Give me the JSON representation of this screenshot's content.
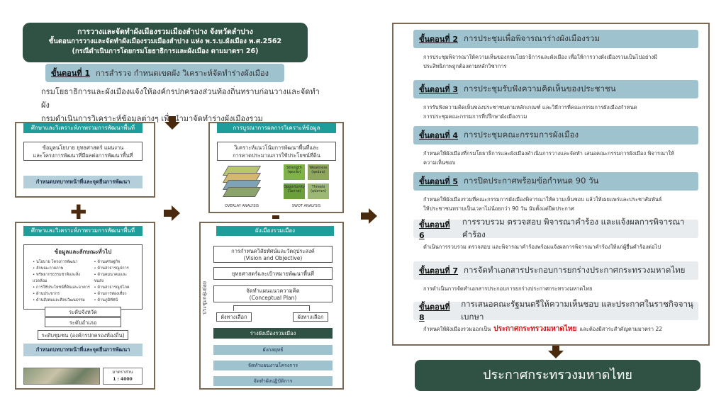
{
  "title": {
    "line1": "การวางและจัดทำผังเมืองรวมเมืองลำปาง จังหวัดลำปาง",
    "line2": "ขั้นตอนการวางและจัดทำผังเมืองรวมเมืองลำปาง แห่ง พ.ร.บ.ผังเมือง พ.ศ.2562",
    "line3": "(กรณีดำเนินการโดยกรมโยธาธิการและผังเมือง ตามมาตรา 26)"
  },
  "step1": {
    "label": "ขั้นตอนที่ 1",
    "text": "การสำรวจ กำหนดเขตผัง วิเคราะห์จัดทำร่างผังเมือง",
    "intro_line1": "กรมโยธาธิการและผังเมืองแจ้งให้องค์กรปกครองส่วนท้องถิ่นทราบก่อนวางและจัดทำผัง",
    "intro_line2": "กรมดำเนินการวิเคราะห์ข้อมูลต่างๆ เพื่อนำมาจัดทำร่างผังเมืองรวม"
  },
  "box_a": {
    "header": "ศึกษาและวิเคราะห์ภาพรวมการพัฒนาพื้นที่",
    "text_line1": "ข้อมูลนโยบาย ยุทธศาสตร์ แผนงาน",
    "text_line2": "และโครงการพัฒนาที่มีผลต่อการพัฒนาพื้นที่",
    "footer": "กำหนดบทบาทหน้าที่และจุดยืนการพัฒนา"
  },
  "box_b": {
    "header": "ศึกษาและวิเคราะห์ภาพรวมการพัฒนาพื้นที่",
    "subheader": "ข้อมูลและลักษณะทั่วไป",
    "left_items": [
      "นโยบาย โครงการพัฒนา",
      "ลักษณะกายภาพ",
      "ทรัพยากรธรรมชาติและสิ่งแวดล้อม",
      "การใช้ประโยชน์ที่ดินและอาคาร",
      "ด้านประชากร",
      "ด้านสังคมและศิลปวัฒนธรรม"
    ],
    "right_items": [
      "ด้านเศรษฐกิจ",
      "ด้านสาธารณูปการ",
      "ด้านคมนาคมและขนส่ง",
      "ด้านสาธารณูปโภค",
      "ด้านการท่องเที่ยว",
      "ด้านภูมิทัศน์"
    ],
    "level1": "ระดับจังหวัด",
    "level2": "ระดับอำเภอ",
    "level3": "ระดับชุมชน (องค์กรปกครองท้องถิ่น)",
    "footer": "กำหนดบทบาทหน้าที่และจุดยืนการพัฒนา",
    "scale_label": "มาตราส่วน",
    "scale_value": "1 : 4000"
  },
  "box_c": {
    "header": "การบูรณาการผลการวิเคราะห์ข้อมูล",
    "text_line1": "วิเคราะห์แนวโน้มการพัฒนาพื้นที่และ",
    "text_line2": "การคาดประมาณการใช้ประโยชน์ที่ดิน",
    "overlay_caption": "OVERLAY ANALYSIS",
    "swot_caption": "SWOT ANALYSIS",
    "swot": [
      "Strength (จุดแข็ง)",
      "Weakness (จุดอ่อน)",
      "Opportunity (โอกาส)",
      "Threats (อุปสรรค)"
    ]
  },
  "box_d": {
    "header": "ผังเมืองรวมเมือง",
    "vision_line1": "การกำหนดวิสัยทัศน์และวัตถุประสงค์",
    "vision_line2": "(Vision and Objective)",
    "strategy": "ยุทธศาสตร์และเป้าหมายพัฒนาพื้นที่",
    "concept_line1": "จัดทำแผนแนวความคิด",
    "concept_line2": "(Conceptual Plan)",
    "alt1": "ผังทางเลือก",
    "alt2": "ผังทางเลือก",
    "vertical_label": "ประชุมกลุ่มย่อย",
    "draft": "ร่างผังเมืองรวมเมือง",
    "item1": "ผังกลยุทธ์",
    "item2": "จัดทำแผนงานโครงการ",
    "item3": "จัดทำผังปฏิบัติการ"
  },
  "steps": [
    {
      "label": "ขั้นตอนที่ 2",
      "title": "การประชุมเพื่อพิจารณาร่างผังเมืองรวม",
      "desc1": "การประชุมพิจารณาให้ความเห็นของกรมโยธาธิการและผังเมือง เพื่อให้การวางผังเมืองรวมเป็นไปอย่างมี",
      "desc2": "ประสิทธิภาพถูกต้องตามหลักวิชาการ"
    },
    {
      "label": "ขั้นตอนที่ 3",
      "title": "การประชุมรับฟังความคิดเห็นของประชาชน",
      "desc1": "การรับฟังความคิดเห็นของประชาชนตามหลักเกณฑ์ และวิธีการที่คณะกรรมการผังเมืองกำหนด",
      "desc2": "การประชุมคณะกรรมการที่ปรึกษาผังเมืองรวม"
    },
    {
      "label": "ขั้นตอนที่ 4",
      "title": "การประชุมคณะกรรมการผังเมือง",
      "desc1": "กำหนดให้ผังเมืองที่กรมโยธาธิการและผังเมืองดำเนินการวางและจัดทำ เสนอคณะกรรมการผังเมือง พิจารณาให้",
      "desc2": "ความเห็นชอบ"
    },
    {
      "label": "ขั้นตอนที่ 5",
      "title": "การปิดประกาศพร้อมข้อกำหนด 90 วัน",
      "desc1": "กำหนดให้ผังเมืองรวมที่คณะกรรมการผังเมืองพิจารณาให้ความเห็นชอบ แล้วให้เผยแพร่และประชาสัมพันธ์",
      "desc2": "ให้ประชาชนทราบเป็นเวลาไม่น้อยกว่า 90 วัน นับตั้งแต่ปิดประกาศ"
    },
    {
      "label": "ขั้นตอนที่ 6",
      "title": "การรวบรวม ตรวจสอบ พิจารณาคำร้อง และแจ้งผลการพิจารณาคำร้อง",
      "desc1": "ดำเนินการรวบรวม ตรวจสอบ และพิจารณาคำร้องพร้อมแจ้งผลการพิจารณาคำร้องให้แก่ผู้ยื่นคำร้องต่อไป",
      "desc2": ""
    },
    {
      "label": "ขั้นตอนที่ 7",
      "title": "การจัดทำเอกสารประกอบการยกร่างประกาศกระทรวงมหาดไทย",
      "desc1": "การดำเนินการจัดทำเอกสารประกอบการยกร่างประกาศกระทรวงมหาดไทย",
      "desc2": ""
    },
    {
      "label": "ขั้นตอนที่ 8",
      "title": "การเสนอคณะรัฐมนตรีให้ความเห็นชอบ และประกาศในราชกิจจานุเบกษา",
      "desc1": "กำหนดให้ผังเมืองรวมออกเป็น",
      "desc_highlight": "ประกาศกระทรวงมหาดไทย",
      "desc_tail": "และต้องมีสาระสำคัญตามมาตรา 22",
      "desc2": ""
    }
  ],
  "final": "ประกาศกระทรวงมหาดไทย",
  "colors": {
    "dark_green": "#2f5244",
    "teal": "#1f9d9a",
    "step_blue": "#9fc2cf",
    "arrow_brown": "#4a2a0f",
    "frame_brown": "#7a6a55",
    "highlight_red": "#d0161b"
  }
}
